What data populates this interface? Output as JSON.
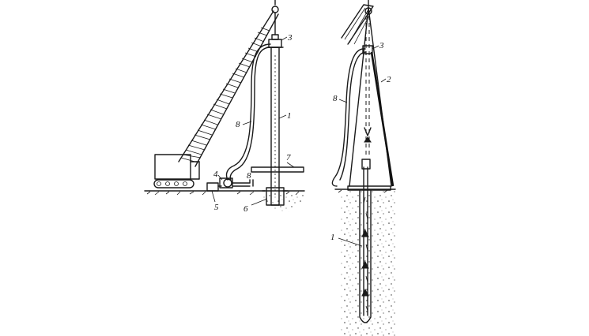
{
  "left_figure": {
    "labels": {
      "casing": "1",
      "head": "3",
      "pump": "4",
      "tank": "5",
      "conductor": "6",
      "beam": "7",
      "hose_upper": "8",
      "hose_lower": "8"
    }
  },
  "right_figure": {
    "labels": {
      "casing": "1",
      "mast": "2",
      "head": "3",
      "hose": "8"
    }
  }
}
